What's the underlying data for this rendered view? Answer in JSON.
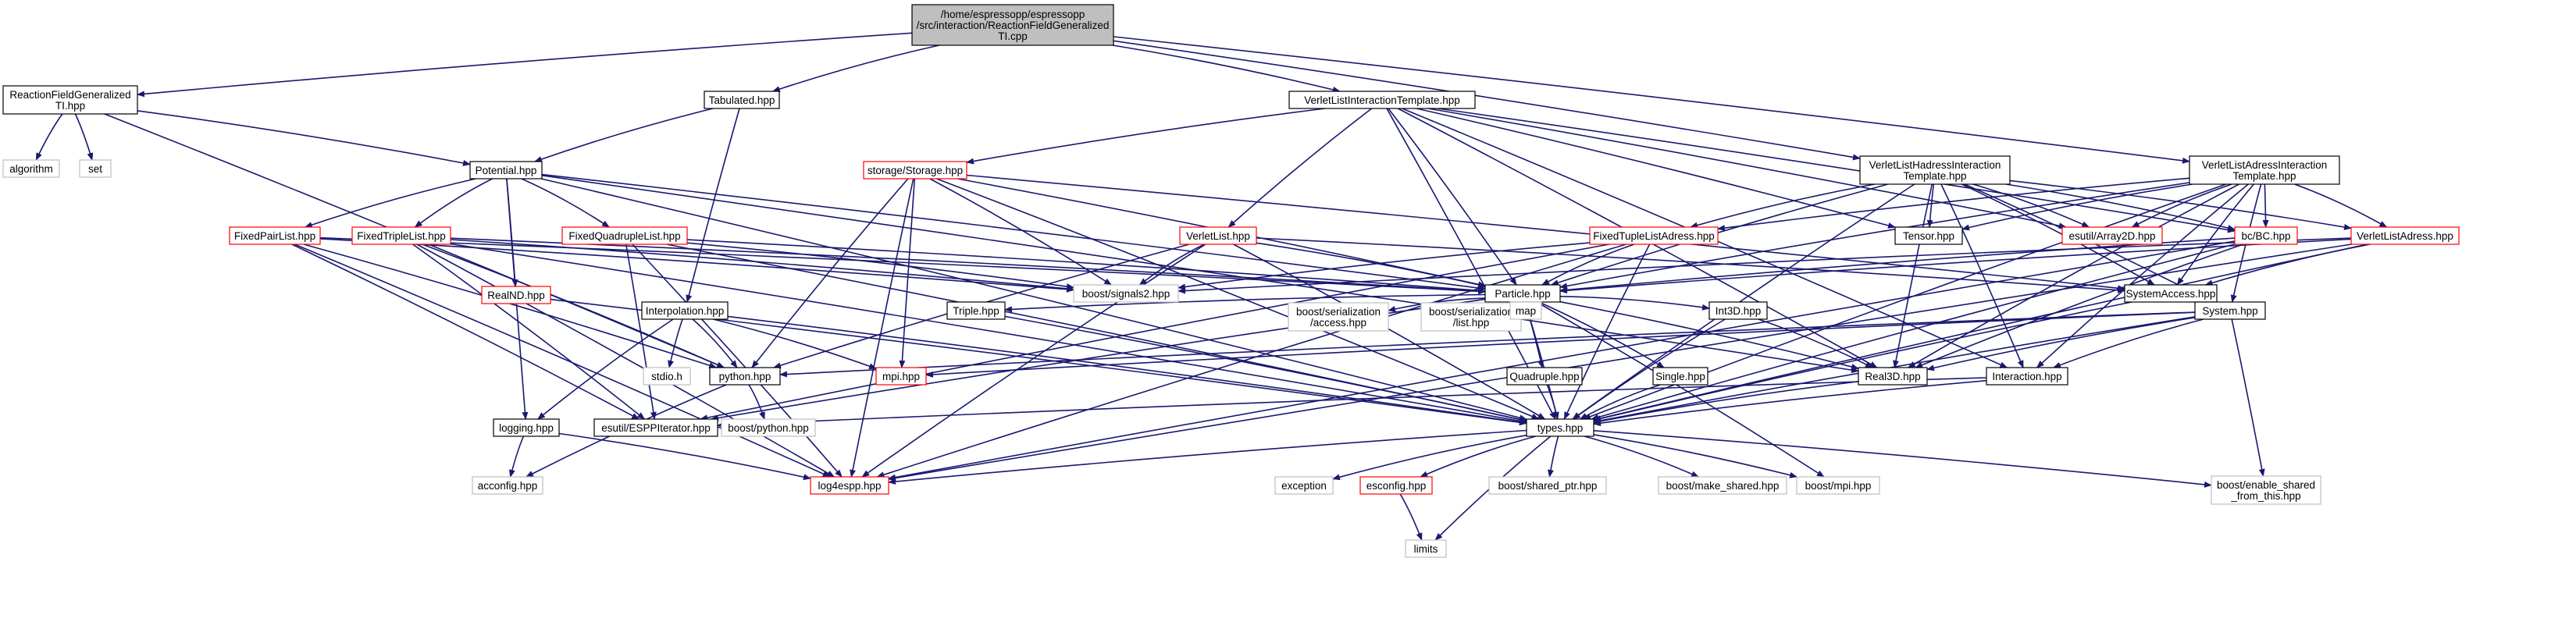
{
  "colors": {
    "edge": "#191970",
    "box_border": "#000000",
    "box_border_red": "#ff0000",
    "box_border_gray": "#bfbfbf",
    "root_fill": "#bfbfbf",
    "fill": "#ffffff"
  },
  "nodes": {
    "root": {
      "lines": [
        "/home/espressopp/espressopp",
        "/src/interaction/ReactionFieldGeneralized",
        "TI.cpp"
      ]
    },
    "rfg": {
      "lines": [
        "ReactionFieldGeneralized",
        "TI.hpp"
      ]
    },
    "algorithm": {
      "lines": [
        "algorithm"
      ]
    },
    "set": {
      "lines": [
        "set"
      ]
    },
    "tabulated": {
      "lines": [
        "Tabulated.hpp"
      ]
    },
    "potential": {
      "lines": [
        "Potential.hpp"
      ]
    },
    "vlit": {
      "lines": [
        "VerletListInteractionTemplate.hpp"
      ]
    },
    "vlhit": {
      "lines": [
        "VerletListHadressInteraction",
        "Template.hpp"
      ]
    },
    "vlait": {
      "lines": [
        "VerletListAdressInteraction",
        "Template.hpp"
      ]
    },
    "storage": {
      "lines": [
        "storage/Storage.hpp"
      ]
    },
    "fpl": {
      "lines": [
        "FixedPairList.hpp"
      ]
    },
    "ftl": {
      "lines": [
        "FixedTripleList.hpp"
      ]
    },
    "fql": {
      "lines": [
        "FixedQuadrupleList.hpp"
      ]
    },
    "vl": {
      "lines": [
        "VerletList.hpp"
      ]
    },
    "ftla": {
      "lines": [
        "FixedTupleListAdress.hpp"
      ]
    },
    "tensor": {
      "lines": [
        "Tensor.hpp"
      ]
    },
    "array2d": {
      "lines": [
        "esutil/Array2D.hpp"
      ]
    },
    "bc": {
      "lines": [
        "bc/BC.hpp"
      ]
    },
    "vla": {
      "lines": [
        "VerletListAdress.hpp"
      ]
    },
    "realnd": {
      "lines": [
        "RealND.hpp"
      ]
    },
    "signals2": {
      "lines": [
        "boost/signals2.hpp"
      ]
    },
    "particle": {
      "lines": [
        "Particle.hpp"
      ]
    },
    "sysaccess": {
      "lines": [
        "SystemAccess.hpp"
      ]
    },
    "interp": {
      "lines": [
        "Interpolation.hpp"
      ]
    },
    "triple": {
      "lines": [
        "Triple.hpp"
      ]
    },
    "bsa": {
      "lines": [
        "boost/serialization",
        "/access.hpp"
      ]
    },
    "bsl": {
      "lines": [
        "boost/serialization",
        "/list.hpp"
      ]
    },
    "map": {
      "lines": [
        "map"
      ]
    },
    "int3d": {
      "lines": [
        "Int3D.hpp"
      ]
    },
    "system": {
      "lines": [
        "System.hpp"
      ]
    },
    "stdio": {
      "lines": [
        "stdio.h"
      ]
    },
    "python": {
      "lines": [
        "python.hpp"
      ]
    },
    "mpi": {
      "lines": [
        "mpi.hpp"
      ]
    },
    "quadruple": {
      "lines": [
        "Quadruple.hpp"
      ]
    },
    "single": {
      "lines": [
        "Single.hpp"
      ]
    },
    "real3d": {
      "lines": [
        "Real3D.hpp"
      ]
    },
    "interaction": {
      "lines": [
        "Interaction.hpp"
      ]
    },
    "logging": {
      "lines": [
        "logging.hpp"
      ]
    },
    "esppiter": {
      "lines": [
        "esutil/ESPPIterator.hpp"
      ]
    },
    "bpython": {
      "lines": [
        "boost/python.hpp"
      ]
    },
    "types": {
      "lines": [
        "types.hpp"
      ]
    },
    "acconfig": {
      "lines": [
        "acconfig.hpp"
      ]
    },
    "log4espp": {
      "lines": [
        "log4espp.hpp"
      ]
    },
    "exception": {
      "lines": [
        "exception"
      ]
    },
    "esconfig": {
      "lines": [
        "esconfig.hpp"
      ]
    },
    "bsp": {
      "lines": [
        "boost/shared_ptr.hpp"
      ]
    },
    "bms": {
      "lines": [
        "boost/make_shared.hpp"
      ]
    },
    "bmpi": {
      "lines": [
        "boost/mpi.hpp"
      ]
    },
    "besft": {
      "lines": [
        "boost/enable_shared",
        "_from_this.hpp"
      ]
    },
    "limits": {
      "lines": [
        "limits"
      ]
    }
  },
  "edges": [
    [
      "root",
      "rfg"
    ],
    [
      "root",
      "tabulated"
    ],
    [
      "root",
      "vlit"
    ],
    [
      "root",
      "vlhit"
    ],
    [
      "root",
      "vlait"
    ],
    [
      "rfg",
      "algorithm"
    ],
    [
      "rfg",
      "set"
    ],
    [
      "rfg",
      "potential"
    ],
    [
      "rfg",
      "python"
    ],
    [
      "tabulated",
      "potential"
    ],
    [
      "tabulated",
      "interp"
    ],
    [
      "potential",
      "fpl"
    ],
    [
      "potential",
      "ftl"
    ],
    [
      "potential",
      "fql"
    ],
    [
      "potential",
      "realnd"
    ],
    [
      "potential",
      "particle"
    ],
    [
      "potential",
      "real3d"
    ],
    [
      "potential",
      "types"
    ],
    [
      "potential",
      "logging"
    ],
    [
      "vlit",
      "storage"
    ],
    [
      "vlit",
      "vl"
    ],
    [
      "vlit",
      "particle"
    ],
    [
      "vlit",
      "interaction"
    ],
    [
      "vlit",
      "types"
    ],
    [
      "vlit",
      "tensor"
    ],
    [
      "vlit",
      "array2d"
    ],
    [
      "vlit",
      "bc"
    ],
    [
      "vlit",
      "real3d"
    ],
    [
      "vlhit",
      "ftla"
    ],
    [
      "vlhit",
      "tensor"
    ],
    [
      "vlhit",
      "array2d"
    ],
    [
      "vlhit",
      "bc"
    ],
    [
      "vlhit",
      "vla"
    ],
    [
      "vlhit",
      "particle"
    ],
    [
      "vlhit",
      "interaction"
    ],
    [
      "vlhit",
      "sysaccess"
    ],
    [
      "vlhit",
      "system"
    ],
    [
      "vlhit",
      "real3d"
    ],
    [
      "vlhit",
      "types"
    ],
    [
      "vlait",
      "ftla"
    ],
    [
      "vlait",
      "tensor"
    ],
    [
      "vlait",
      "array2d"
    ],
    [
      "vlait",
      "bc"
    ],
    [
      "vlait",
      "vla"
    ],
    [
      "vlait",
      "particle"
    ],
    [
      "vlait",
      "interaction"
    ],
    [
      "vlait",
      "system"
    ],
    [
      "vlait",
      "sysaccess"
    ],
    [
      "vlait",
      "real3d"
    ],
    [
      "vlait",
      "types"
    ],
    [
      "storage",
      "signals2"
    ],
    [
      "storage",
      "particle"
    ],
    [
      "storage",
      "python"
    ],
    [
      "storage",
      "mpi"
    ],
    [
      "storage",
      "log4espp"
    ],
    [
      "storage",
      "types"
    ],
    [
      "storage",
      "sysaccess"
    ],
    [
      "fpl",
      "signals2"
    ],
    [
      "fpl",
      "particle"
    ],
    [
      "fpl",
      "esppiter"
    ],
    [
      "fpl",
      "log4espp"
    ],
    [
      "fpl",
      "python"
    ],
    [
      "ftl",
      "signals2"
    ],
    [
      "ftl",
      "particle"
    ],
    [
      "ftl",
      "esppiter"
    ],
    [
      "ftl",
      "log4espp"
    ],
    [
      "ftl",
      "python"
    ],
    [
      "ftl",
      "types"
    ],
    [
      "fql",
      "signals2"
    ],
    [
      "fql",
      "particle"
    ],
    [
      "fql",
      "esppiter"
    ],
    [
      "fql",
      "log4espp"
    ],
    [
      "fql",
      "types"
    ],
    [
      "vl",
      "signals2"
    ],
    [
      "vl",
      "particle"
    ],
    [
      "vl",
      "python"
    ],
    [
      "vl",
      "log4espp"
    ],
    [
      "vl",
      "sysaccess"
    ],
    [
      "vl",
      "types"
    ],
    [
      "ftla",
      "signals2"
    ],
    [
      "ftla",
      "particle"
    ],
    [
      "ftla",
      "esppiter"
    ],
    [
      "ftla",
      "log4espp"
    ],
    [
      "ftla",
      "types"
    ],
    [
      "bc",
      "particle"
    ],
    [
      "bc",
      "real3d"
    ],
    [
      "bc",
      "types"
    ],
    [
      "bc",
      "log4espp"
    ],
    [
      "vla",
      "signals2"
    ],
    [
      "vla",
      "particle"
    ],
    [
      "vla",
      "sysaccess"
    ],
    [
      "vla",
      "log4espp"
    ],
    [
      "vla",
      "types"
    ],
    [
      "realnd",
      "types"
    ],
    [
      "particle",
      "triple"
    ],
    [
      "particle",
      "bsa"
    ],
    [
      "particle",
      "bsl"
    ],
    [
      "particle",
      "map"
    ],
    [
      "particle",
      "int3d"
    ],
    [
      "particle",
      "quadruple"
    ],
    [
      "particle",
      "single"
    ],
    [
      "particle",
      "real3d"
    ],
    [
      "particle",
      "types"
    ],
    [
      "particle",
      "esppiter"
    ],
    [
      "particle",
      "bmpi"
    ],
    [
      "sysaccess",
      "system"
    ],
    [
      "sysaccess",
      "types"
    ],
    [
      "system",
      "python"
    ],
    [
      "system",
      "mpi"
    ],
    [
      "system",
      "real3d"
    ],
    [
      "system",
      "interaction"
    ],
    [
      "system",
      "types"
    ],
    [
      "system",
      "besft"
    ],
    [
      "interp",
      "stdio"
    ],
    [
      "interp",
      "python"
    ],
    [
      "interp",
      "mpi"
    ],
    [
      "interp",
      "logging"
    ],
    [
      "interp",
      "types"
    ],
    [
      "triple",
      "types"
    ],
    [
      "int3d",
      "types"
    ],
    [
      "int3d",
      "real3d"
    ],
    [
      "quadruple",
      "types"
    ],
    [
      "single",
      "types"
    ],
    [
      "real3d",
      "types"
    ],
    [
      "interaction",
      "types"
    ],
    [
      "interaction",
      "esppiter"
    ],
    [
      "python",
      "bpython"
    ],
    [
      "python",
      "acconfig"
    ],
    [
      "logging",
      "acconfig"
    ],
    [
      "logging",
      "log4espp"
    ],
    [
      "types",
      "exception"
    ],
    [
      "types",
      "esconfig"
    ],
    [
      "types",
      "bsp"
    ],
    [
      "types",
      "bms"
    ],
    [
      "types",
      "bmpi"
    ],
    [
      "types",
      "besft"
    ],
    [
      "types",
      "limits"
    ],
    [
      "types",
      "log4espp"
    ],
    [
      "esconfig",
      "limits"
    ]
  ]
}
